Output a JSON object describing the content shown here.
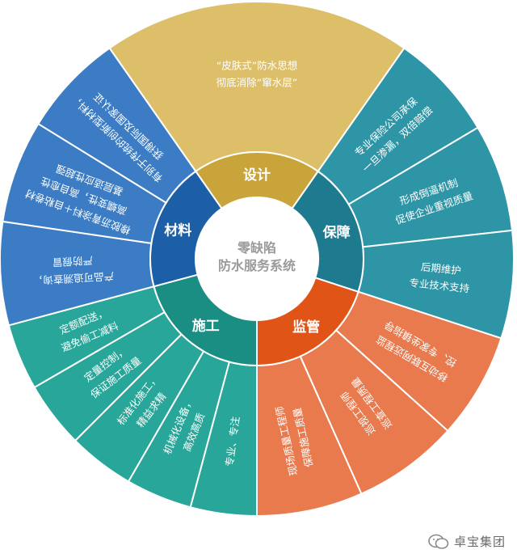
{
  "center": {
    "lines": [
      "零缺陷",
      "防水服务系统"
    ]
  },
  "sectors": [
    {
      "name": "设计",
      "color": "#C9A43A",
      "outer": "#DDBF6A",
      "start": -35,
      "end": 35,
      "items": [
        {
          "lines": [
            "“皮肤式”防水思想",
            "彻底消除“窜水层”"
          ],
          "flip": false
        }
      ]
    },
    {
      "name": "保障",
      "color": "#1E7A8E",
      "outer": "#2E95A6",
      "start": 35,
      "end": 108,
      "items": [
        {
          "lines": [
            "专业保险公司承保",
            "一旦渗漏，双倍赔偿"
          ],
          "flip": false
        },
        {
          "lines": [
            "形成倒逼机制",
            "促使企业重视质量"
          ],
          "flip": false
        },
        {
          "lines": [
            "后期维护",
            "专业技术支持"
          ],
          "flip": false
        }
      ]
    },
    {
      "name": "监管",
      "color": "#E05517",
      "outer": "#E97A4E",
      "start": 108,
      "end": 180,
      "items": [
        {
          "lines": [
            "移动互联网远程监",
            "控、专家坐镇指导"
          ],
          "flip": true
        },
        {
          "lines": [
            "巡视工程师",
            "巡查工程质量"
          ],
          "flip": true
        },
        {
          "lines": [
            "现场质量工程师",
            "保障施工质量"
          ],
          "flip": true
        }
      ]
    },
    {
      "name": "施工",
      "color": "#1B8E83",
      "outer": "#27A699",
      "start": 180,
      "end": 255,
      "items": [
        {
          "lines": [
            "专业、专注"
          ],
          "flip": true
        },
        {
          "lines": [
            "机械化设备，",
            "高效高质"
          ],
          "flip": true
        },
        {
          "lines": [
            "标准化施工，",
            "精益求精"
          ],
          "flip": true
        },
        {
          "lines": [
            "定量控制，",
            "保证施工质量"
          ],
          "flip": true
        },
        {
          "lines": [
            "定额配送，",
            "避免偷工减料"
          ],
          "flip": true
        }
      ]
    },
    {
      "name": "材料",
      "color": "#1D5FA6",
      "outer": "#3B7CC4",
      "start": 255,
      "end": 325,
      "items": [
        {
          "lines": [
            "产品可追溯查询，",
            "严防假冒"
          ],
          "flip": false
        },
        {
          "lines": [
            "橡胶沥青涂料＋自粘卷材",
            "高蠕变性，高自愈性",
            "基层适应性超强"
          ],
          "flip": false
        },
        {
          "lines": [
            "有别于传统的创新型材料，",
            "获得国际及国家认证"
          ],
          "flip": false
        }
      ]
    }
  ],
  "brand": {
    "text": "卓宝集团",
    "icon": "wechat-icon"
  }
}
